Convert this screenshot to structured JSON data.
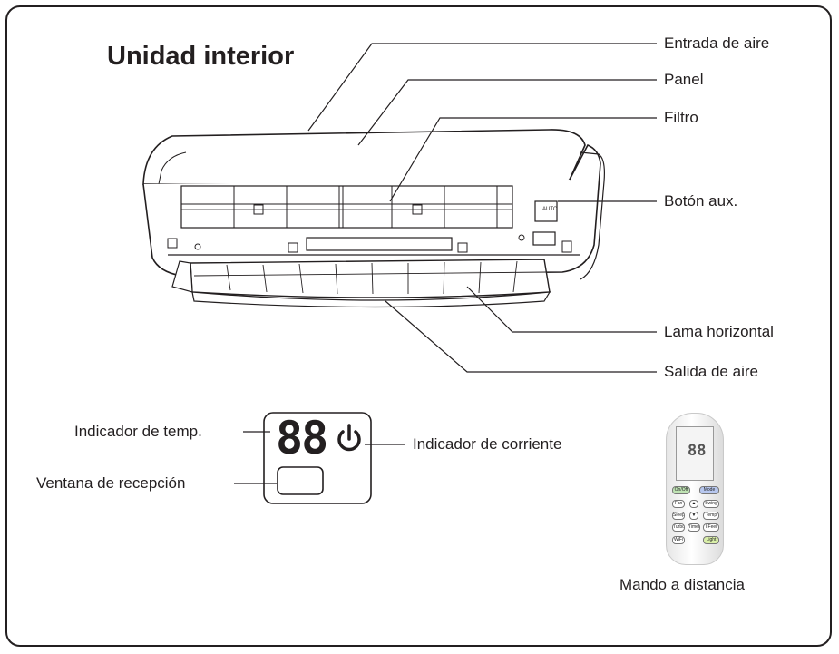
{
  "title": "Unidad interior",
  "callouts": {
    "air_inlet": "Entrada de aire",
    "panel": "Panel",
    "filter": "Filtro",
    "aux_button": "Botón aux.",
    "horizontal_louver": "Lama horizontal",
    "air_outlet": "Salida de aire",
    "temp_indicator": "Indicador de temp.",
    "receiver_window": "Ventana de recepción",
    "power_indicator": "Indicador de corriente",
    "remote_control": "Mando a distancia"
  },
  "display": {
    "digits": "88",
    "power_icon": "power-icon"
  },
  "unit_marks": {
    "auto_label": "AUTO"
  },
  "remote": {
    "screen_digits": "88",
    "buttons": {
      "on_off": "On/Off",
      "mode": "Mode",
      "fan": "Fan",
      "swing": "Swing",
      "sleep": "Sleep",
      "temp": "Temp",
      "turbo": "Turbo",
      "timer": "Timer",
      "ifeel": "I Feel",
      "wifi": "WiFi",
      "light": "Light",
      "up": "▲",
      "down": "▼"
    },
    "colors": {
      "on_off": "#bfe3b4",
      "mode": "#b7c7ef",
      "light": "#d9efa8"
    }
  }
}
